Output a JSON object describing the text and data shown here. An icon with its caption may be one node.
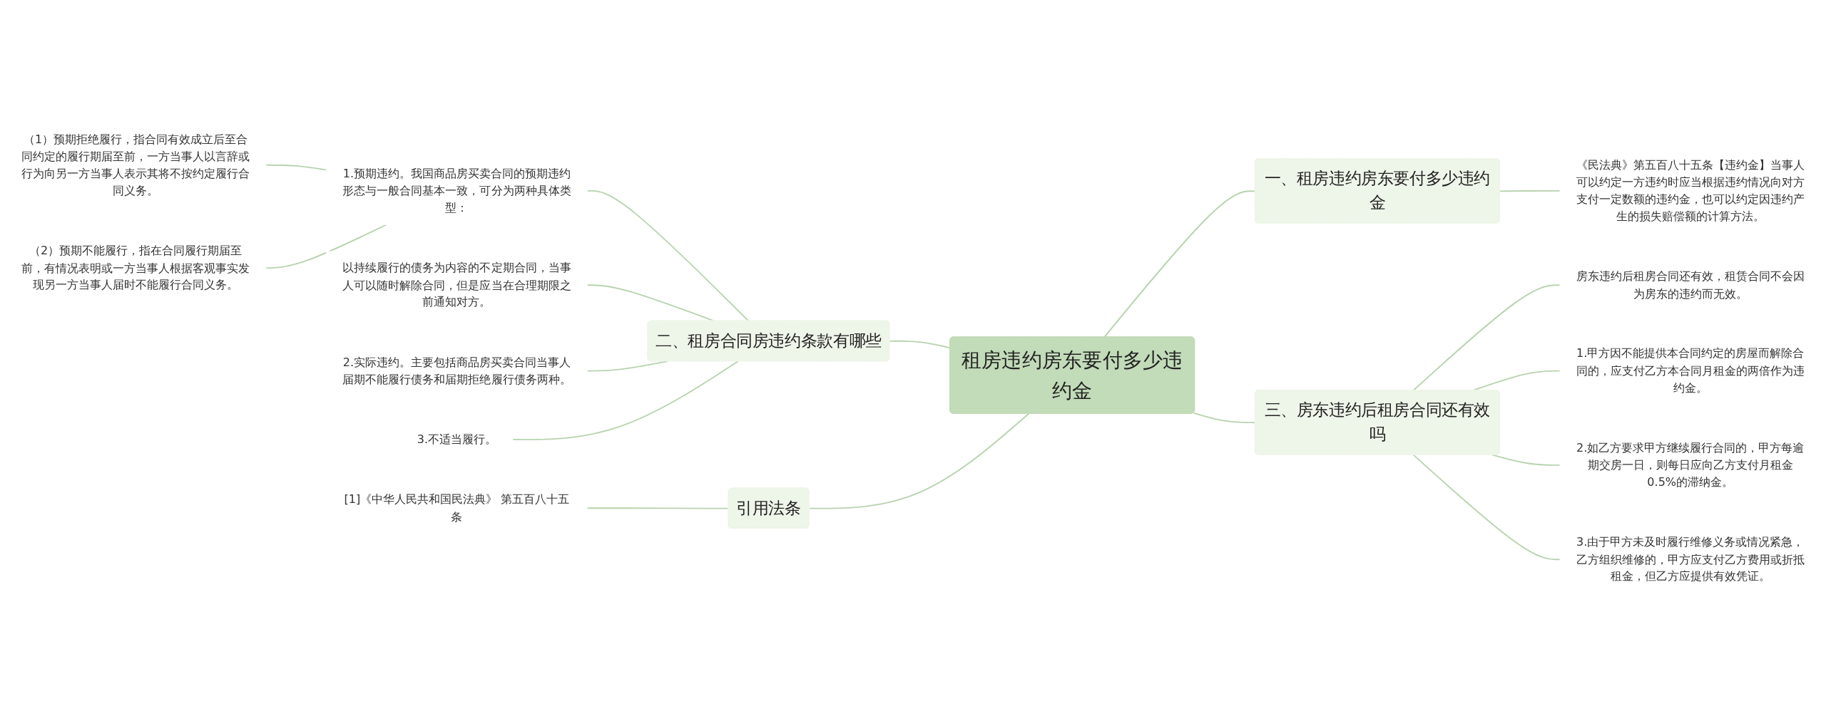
{
  "diagram": {
    "nodes": [
      {
        "text": [
          "租房违约房东要付多少违约金"
        ]
      },
      {
        "text": [
          "二、租房合同房违约条款有哪些"
        ]
      },
      {
        "text": [
          "1.预期违约。我国商品房买卖合同的预期违约形态与一般合同基本一致，可分为两种具体类型："
        ]
      },
      {
        "text": [
          "（1）预期拒绝履行，指合同有效成立后至合同约定的履行期届至前，一方当事人以言辞或行为向另一方当事人表示其将不按约定履行合同义务。"
        ]
      },
      {
        "text": [
          "（2）预期不能履行，指在合同履行期届至前，有情况表明或一方当事人根据客观事实发现另一方当事人届时不能履行合同义务。"
        ]
      },
      {
        "text": [
          "以持续履行的债务为内容的不定期合同，当事人可以随时解除合同，但是应当在合理期限之前通知对方。"
        ]
      },
      {
        "text": [
          "2.实际违约。主要包括商品房买卖合同当事人届期不能履行债务和届期拒绝履行债务两种。"
        ]
      },
      {
        "text": [
          "3.不适当履行。"
        ]
      },
      {
        "text": [
          "引用法条"
        ]
      },
      {
        "text": [
          "[1]《中华人民共和国民法典》 第五百八十五条"
        ]
      },
      {
        "text": [
          "一、租房违约房东要付多少违约金"
        ]
      },
      {
        "text": [
          "《民法典》第五百八十五条【违约金】当事人可以约定一方违约时应当根据违约情况向对方支付一定数额的违约金，也可以约定因违约产生的损失赔偿额的计算方法。"
        ]
      },
      {
        "text": [
          "三、房东违约后租房合同还有效吗"
        ]
      },
      {
        "text": [
          "房东违约后租房合同还有效，租赁合同不会因为房东的违约而无效。"
        ]
      },
      {
        "text": [
          "1.甲方因不能提供本合同约定的房屋而解除合同的，应支付乙方本合同月租金的两倍作为违约金。"
        ]
      },
      {
        "text": [
          "2.如乙方要求甲方继续履行合同的，甲方每逾期交房一日，则每日应向乙方支付月租金0.5%的滞纳金。"
        ]
      },
      {
        "text": [
          "3.由于甲方未及时履行维修义务或情况紧急，乙方组织维修的，甲方应支付乙方费用或折抵租金，但乙方应提供有效凭证。"
        ]
      }
    ],
    "edges": [
      {
        "from": 0,
        "to": 1,
        "arrow": "none"
      },
      {
        "from": 1,
        "to": 2,
        "arrow": "none"
      },
      {
        "from": 2,
        "to": 3,
        "arrow": "none"
      },
      {
        "from": 2,
        "to": 4,
        "arrow": "none"
      },
      {
        "from": 1,
        "to": 5,
        "arrow": "none"
      },
      {
        "from": 1,
        "to": 6,
        "arrow": "none"
      },
      {
        "from": 1,
        "to": 7,
        "arrow": "none"
      },
      {
        "from": 0,
        "to": 8,
        "arrow": "none"
      },
      {
        "from": 8,
        "to": 9,
        "arrow": "none"
      },
      {
        "from": 0,
        "to": 10,
        "arrow": "none"
      },
      {
        "from": 10,
        "to": 11,
        "arrow": "none"
      },
      {
        "from": 0,
        "to": 12,
        "arrow": "none"
      },
      {
        "from": 12,
        "to": 13,
        "arrow": "none"
      },
      {
        "from": 12,
        "to": 14,
        "arrow": "none"
      },
      {
        "from": 12,
        "to": 15,
        "arrow": "none"
      },
      {
        "from": 12,
        "to": 16,
        "arrow": "none"
      }
    ]
  }
}
